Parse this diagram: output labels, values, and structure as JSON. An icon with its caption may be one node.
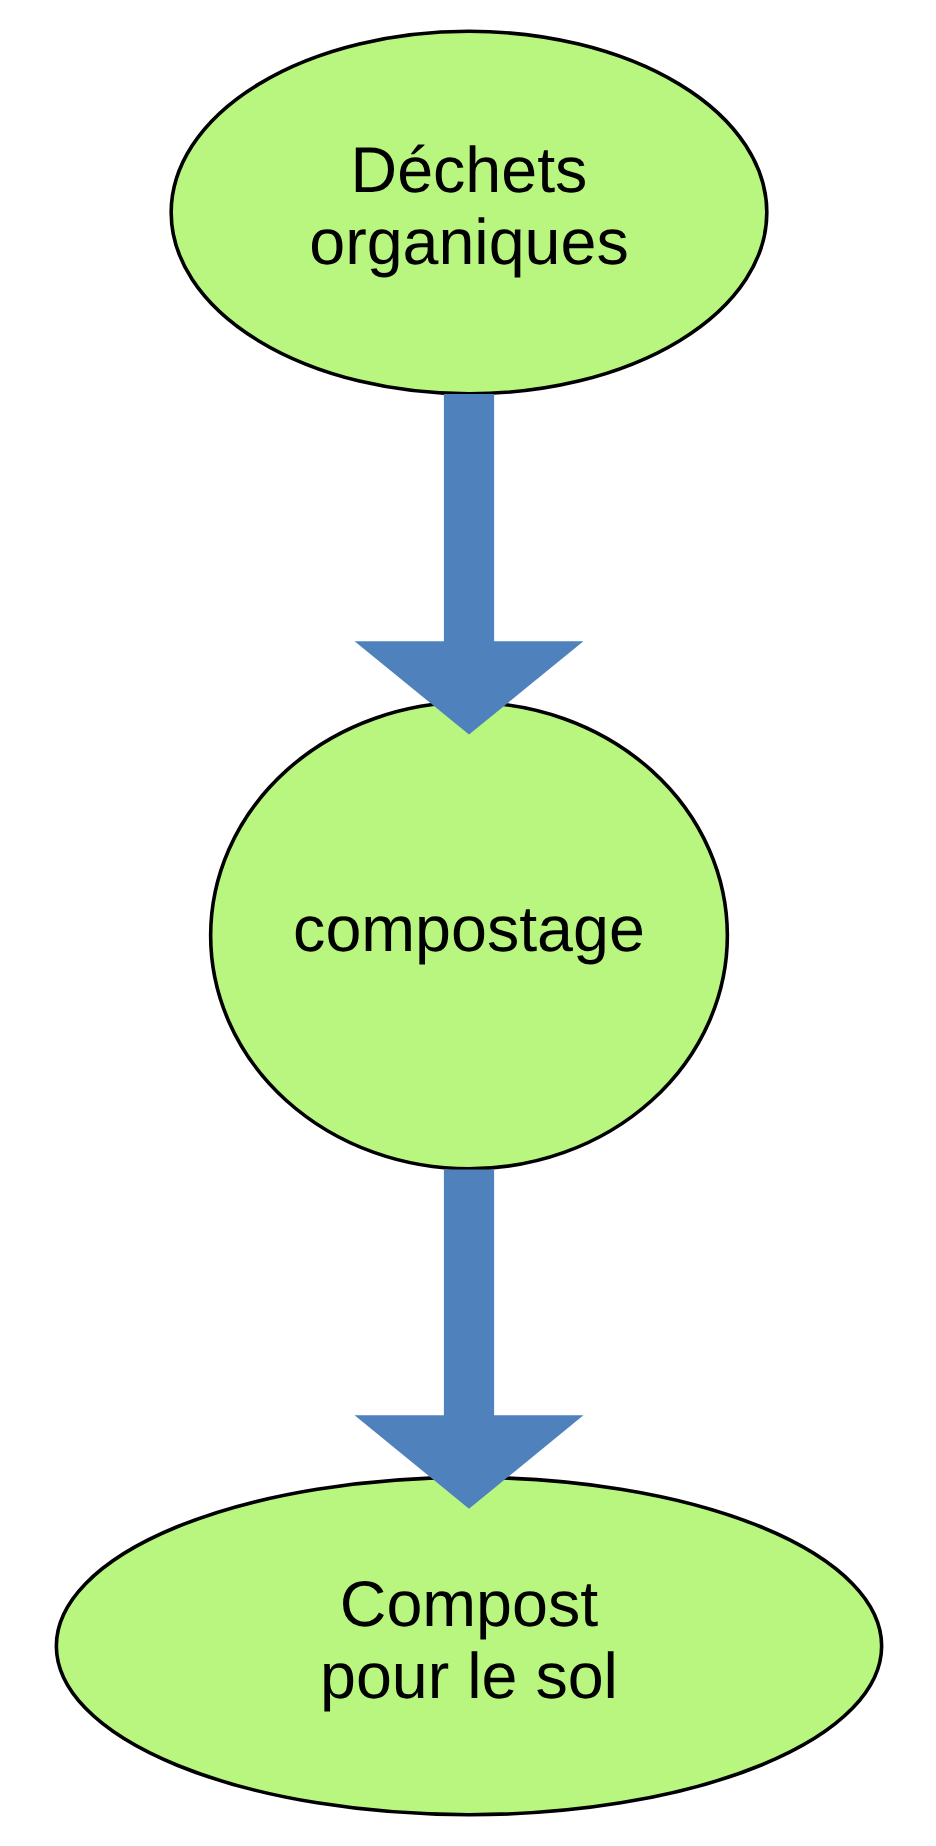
{
  "diagram": {
    "nodes": [
      {
        "text": [
          "Déchets organiques"
        ]
      },
      {
        "text": [
          "compostage"
        ]
      },
      {
        "text": [
          "Compost pour le sol"
        ]
      }
    ],
    "edges": [
      {
        "from": 0,
        "to": 1,
        "arrow": "to"
      },
      {
        "from": 1,
        "to": 2,
        "arrow": "to"
      }
    ]
  }
}
